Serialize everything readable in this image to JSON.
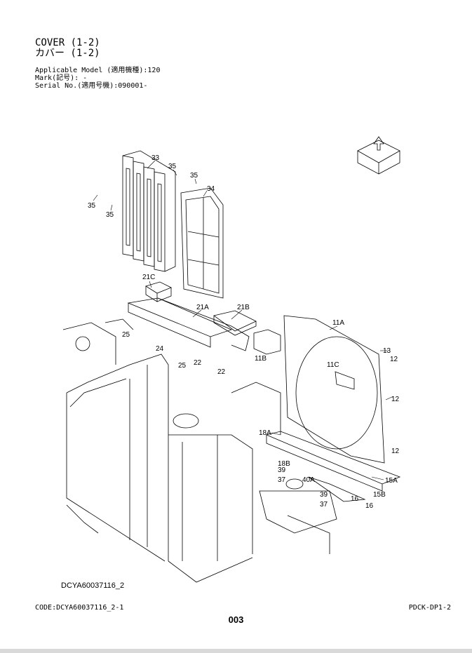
{
  "header": {
    "title_en": "COVER (1-2)",
    "title_jp": "カバー (1-2)",
    "model_line": "Applicable Model (適用機種):120",
    "mark_line": "Mark(記号): -",
    "serial_line": "Serial No.(適用号機):090001-"
  },
  "figure": {
    "id": "DCYA60037116_2",
    "callouts": [
      "33",
      "35",
      "35",
      "35",
      "35",
      "34",
      "21C",
      "21A",
      "21B",
      "25",
      "24",
      "25",
      "22",
      "22",
      "11B",
      "11A",
      "11C",
      "13",
      "12",
      "12",
      "12",
      "18A",
      "18B",
      "39",
      "37",
      "40A",
      "15A",
      "15B",
      "39",
      "37",
      "16",
      "16"
    ]
  },
  "footer": {
    "code": "CODE:DCYA60037116_2-1",
    "page_code": "PDCK-DP1-2",
    "page_number": "003"
  },
  "colors": {
    "ink": "#000000",
    "background": "#ffffff"
  }
}
